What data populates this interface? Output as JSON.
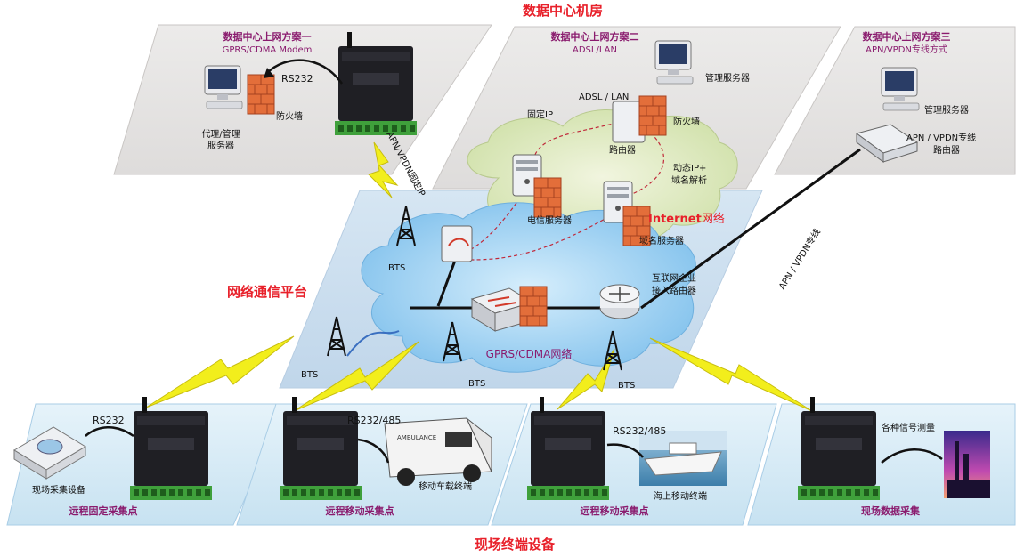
{
  "colors": {
    "title_red": "#e8202a",
    "accent_purple": "#8a1b6e",
    "dark_text": "#111111",
    "panel_top": "#e9e6e4",
    "panel_bottom": "#d9ecf6",
    "cloud_internet": "#e3edc8",
    "cloud_gprs": "#a9d6f2",
    "lightning": "#f2ee1c",
    "firewall": "#e36e3a",
    "device_dark": "#1f1f24",
    "terminal_green": "#3fa03b"
  },
  "titles": {
    "data_center": "数据中心机房",
    "network_platform": "网络通信平台",
    "field_terminals": "现场终端设备"
  },
  "scheme1": {
    "title": "数据中心上网方案一",
    "subtitle": "GPRS/CDMA Modem",
    "rs232": "RS232",
    "firewall": "防火墙",
    "server_line1": "代理/管理",
    "server_line2": "服务器",
    "link": "APN/VPDN固定IP"
  },
  "scheme2": {
    "title": "数据中心上网方案二",
    "subtitle": "ADSL/LAN",
    "mgmt_server": "管理服务器",
    "adsl_lan": "ADSL / LAN",
    "fixed_ip": "固定IP",
    "firewall": "防火墙",
    "router": "路由器",
    "dynamic_ip": "动态IP+",
    "domain_resolve": "域名解析",
    "telecom_server": "电信服务器",
    "dns_server": "域名服务器",
    "internet": "Internet",
    "internet_suffix": "网络"
  },
  "scheme3": {
    "title": "数据中心上网方案三",
    "subtitle": "APN/VPDN专线方式",
    "mgmt_server": "管理服务器",
    "router_line1": "APN / VPDN专线",
    "router_line2": "路由器",
    "link": "APN / VPDN专线"
  },
  "network": {
    "bts": "BTS",
    "enterprise_line1": "互联网企业",
    "enterprise_line2": "接入路由器",
    "gprs": "GPRS/CDMA网络"
  },
  "terminals": [
    {
      "iface": "RS232",
      "device": "现场采集设备",
      "point": "远程固定采集点"
    },
    {
      "iface": "RS232/485",
      "device": "移动车载终端",
      "point": "远程移动采集点"
    },
    {
      "iface": "RS232/485",
      "device": "海上移动终端",
      "point": "远程移动采集点"
    },
    {
      "iface": "各种信号测量",
      "device": "",
      "point": "现场数据采集"
    }
  ],
  "labels": {
    "ambulance": "AMBULANCE"
  }
}
